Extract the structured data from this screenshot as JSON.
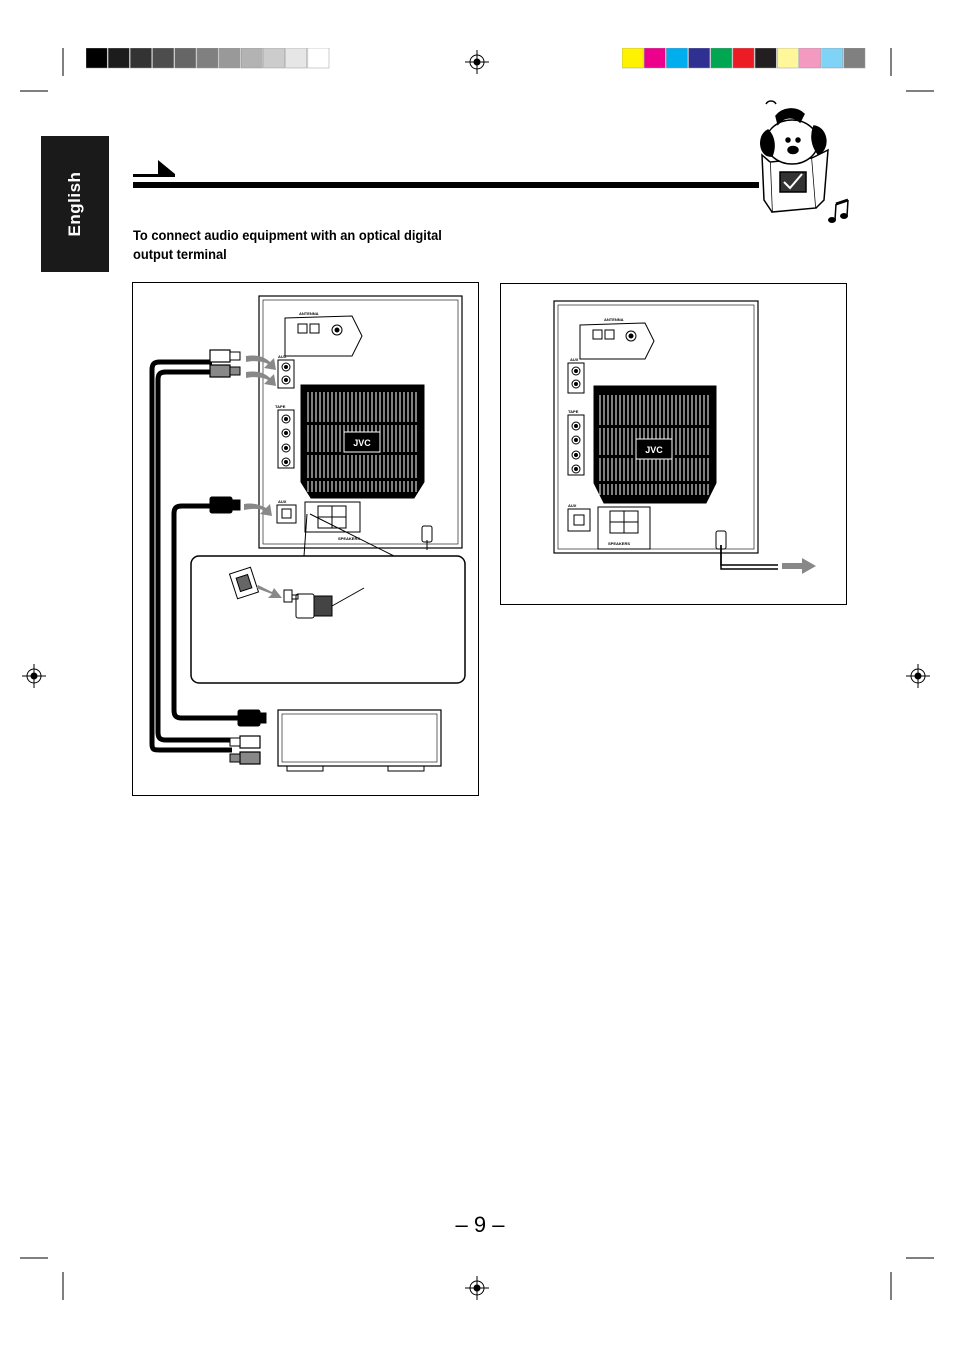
{
  "language_tab": {
    "label": "English"
  },
  "section": {
    "caption": "To connect audio equipment with an optical digital output terminal"
  },
  "unit_panel": {
    "brand": "JVC",
    "antenna_label": "ANTENNA",
    "aux_label": "AUX",
    "tape_label": "TAPE",
    "digital_aux_label": "AUX",
    "speakers_label": "SPEAKERS"
  },
  "page": {
    "number": "– 9 –"
  },
  "colors": {
    "gray_scale": [
      "#000000",
      "#1c1c1c",
      "#333333",
      "#4d4d4d",
      "#666666",
      "#808080",
      "#999999",
      "#b3b3b3",
      "#cccccc",
      "#e6e6e6",
      "#ffffff"
    ],
    "color_bar": [
      "#fff200",
      "#ec008c",
      "#00aeef",
      "#2e3192",
      "#00a651",
      "#ed1c24",
      "#231f20",
      "#fff799",
      "#f49ac1",
      "#7fd3f7",
      "#808080"
    ]
  }
}
